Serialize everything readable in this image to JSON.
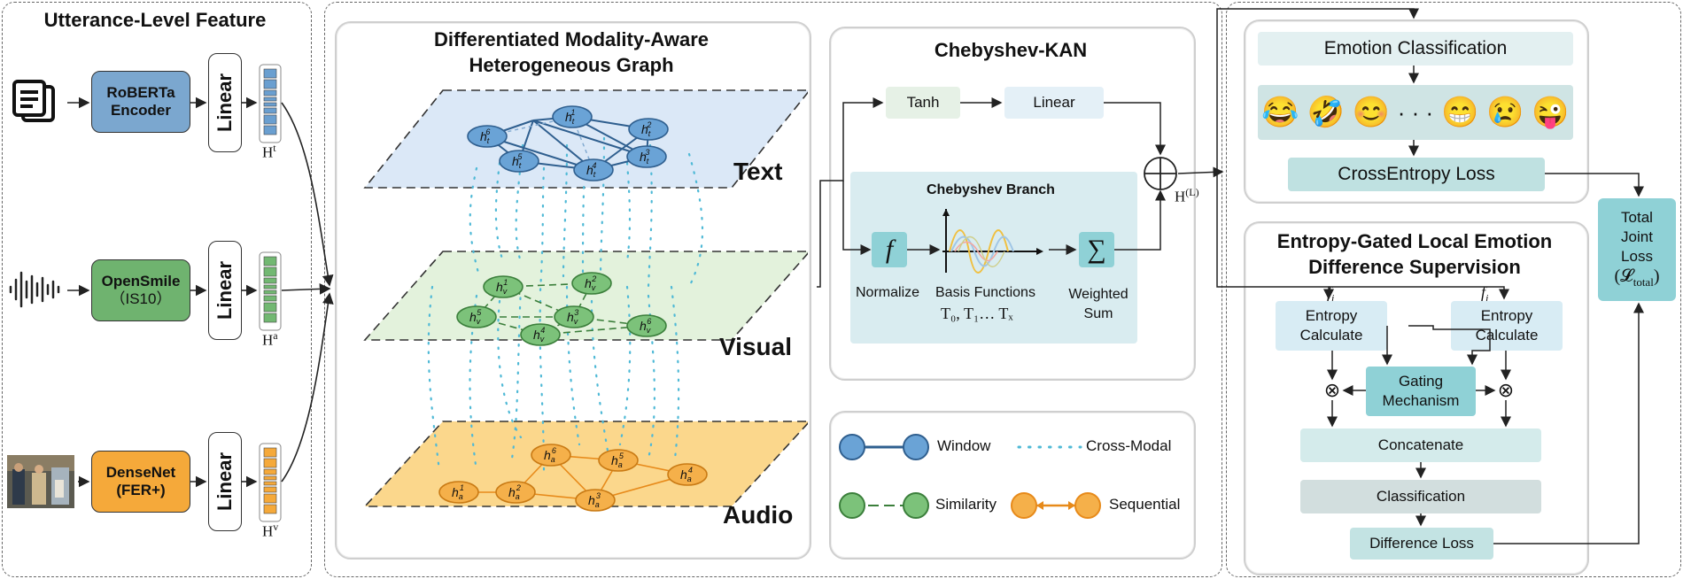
{
  "left_panel": {
    "title": "Utterance-Level Feature",
    "encoders": [
      {
        "name": "RoBERTa Encoder",
        "line1": "RoBERTa",
        "line2": "Encoder",
        "color": "#7ba7cf",
        "feature": "H",
        "sup": "t",
        "cell_color": "#6a9fd0"
      },
      {
        "name": "OpenSmile (IS10)",
        "line1": "OpenSmile",
        "line2": "（IS10）",
        "color": "#6fb36f",
        "feature": "H",
        "sup": "a",
        "cell_color": "#72b872"
      },
      {
        "name": "DenseNet (FER+)",
        "line1": "DenseNet",
        "line2": "(FER+)",
        "color": "#f5a93a",
        "feature": "H",
        "sup": "v",
        "cell_color": "#f5a93a"
      }
    ],
    "linear_label": "Linear",
    "input_icons": [
      "document-icon",
      "waveform-icon",
      "video-frame-icon"
    ]
  },
  "graph_panel": {
    "title_line1": "Differentiated Modality-Aware",
    "title_line2": "Heterogeneous Graph",
    "layers": [
      {
        "name": "Text",
        "color": "#dbe8f7",
        "node_color": "#6aa3d6"
      },
      {
        "name": "Visual",
        "color": "#e3f2dc",
        "node_color": "#7cc27a"
      },
      {
        "name": "Audio",
        "color": "#fbd78c",
        "node_color": "#f5b04a"
      }
    ],
    "node_labels": {
      "text": "h",
      "text_sub": "t",
      "visual_sub": "v",
      "audio_sub": "a",
      "indices": [
        "1",
        "2",
        "3",
        "4",
        "5",
        "6"
      ]
    }
  },
  "kan_panel": {
    "title": "Chebyshev-KAN",
    "tanh": "Tanh",
    "linear": "Linear",
    "branch_title": "Chebyshev Branch",
    "normalize_symbol": "f",
    "normalize": "Normalize",
    "basis": "Basis Functions",
    "basis_terms": "T₀, T₁… Tₓ",
    "sum_symbol": "∑",
    "weighted": "Weighted",
    "sum": "Sum",
    "output": "H",
    "output_sup": "(L)"
  },
  "legend": {
    "window": "Window",
    "cross_modal": "Cross-Modal",
    "similarity": "Similarity",
    "sequential": "Sequential"
  },
  "right_panel": {
    "emotion_classification": "Emotion Classification",
    "emojis": [
      "😂",
      "🤣",
      "😊",
      "· · ·",
      "😁",
      "😢",
      "😜"
    ],
    "cross_entropy": "CrossEntropy Loss",
    "section_title_line1": "Entropy-Gated Local Emotion",
    "section_title_line2": "Difference Supervision",
    "fi": "f",
    "fi_sub": "i",
    "fj": "f",
    "fj_sub": "j",
    "entropy_line1": "Entropy",
    "entropy_line2": "Calculate",
    "gating_line1": "Gating",
    "gating_line2": "Mechanism",
    "otimes": "⊗",
    "concatenate": "Concatenate",
    "classification": "Classification",
    "difference_loss": "Difference Loss",
    "total_line1": "Total",
    "total_line2": "Joint",
    "total_line3": "Loss",
    "total_symbol": "(𝓛",
    "total_sub": "total",
    "total_close": ")"
  }
}
